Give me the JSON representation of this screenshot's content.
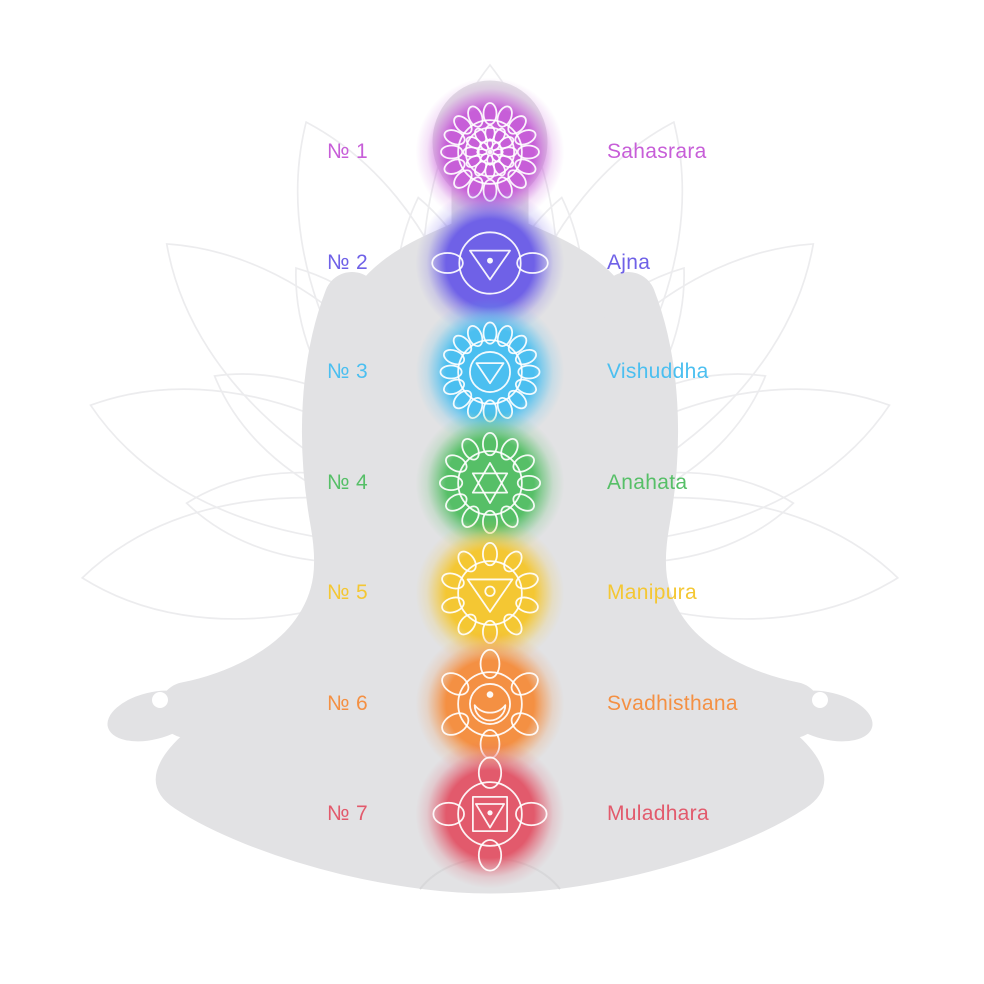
{
  "page": {
    "background_color": "#ffffff"
  },
  "figure": {
    "silhouette_color": "#e2e2e4",
    "lotus_outline_color": "#ececee"
  },
  "chakras": [
    {
      "number_label": "№ 1",
      "name": "Sahasrara",
      "color": "#c75ed8",
      "symbol": "sahasrara-crown-lotus-icon"
    },
    {
      "number_label": "№ 2",
      "name": "Ajna",
      "color": "#6f61e7",
      "symbol": "ajna-third-eye-icon"
    },
    {
      "number_label": "№ 3",
      "name": "Vishuddha",
      "color": "#4bbff0",
      "symbol": "vishuddha-throat-icon"
    },
    {
      "number_label": "№ 4",
      "name": "Anahata",
      "color": "#56bf67",
      "symbol": "anahata-heart-icon"
    },
    {
      "number_label": "№ 5",
      "name": "Manipura",
      "color": "#f4c733",
      "symbol": "manipura-solar-plexus-icon"
    },
    {
      "number_label": "№ 6",
      "name": "Svadhisthana",
      "color": "#f49043",
      "symbol": "svadhisthana-sacral-icon"
    },
    {
      "number_label": "№ 7",
      "name": "Muladhara",
      "color": "#e25a6c",
      "symbol": "muladhara-root-icon"
    }
  ]
}
